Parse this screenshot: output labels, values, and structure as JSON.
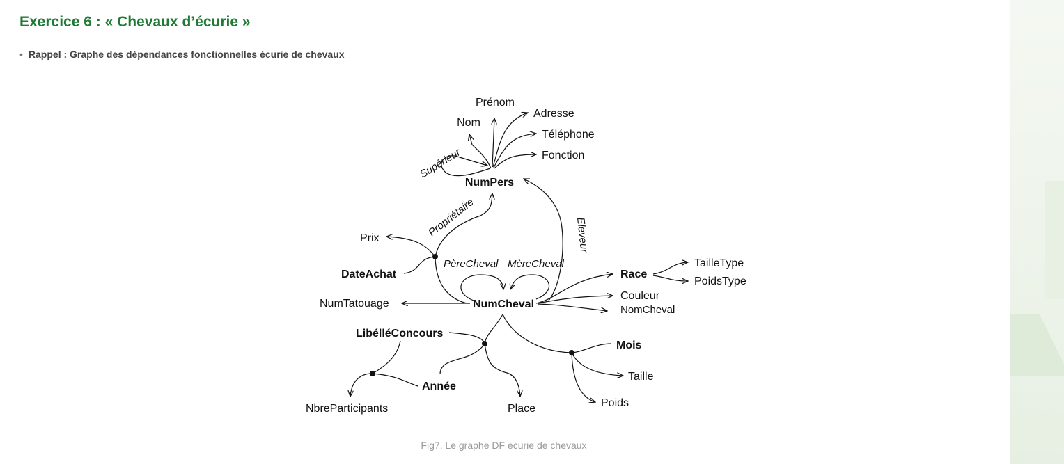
{
  "heading": "Exercice 6 : « Chevaux d’écurie »",
  "bullet": {
    "marker": "•",
    "text": "Rappel : Graphe des dépendances fonctionnelles écurie de chevaux"
  },
  "diagram": {
    "nodes": {
      "numpers": "NumPers",
      "prenom": "Prénom",
      "nom": "Nom",
      "adresse": "Adresse",
      "telephone": "Téléphone",
      "fonction": "Fonction",
      "prix": "Prix",
      "dateachat": "DateAchat",
      "numcheval": "NumCheval",
      "numtatouage": "NumTatouage",
      "race": "Race",
      "tailletype": "TailleType",
      "poidstype": "PoidsType",
      "couleur": "Couleur",
      "nomcheval": "NomCheval",
      "libelleconcours": "LibélléConcours",
      "annee": "Année",
      "nbreparticipants": "NbreParticipants",
      "place": "Place",
      "mois": "Mois",
      "taille": "Taille",
      "poids": "Poids"
    },
    "edge_labels": {
      "superieur": "Supérieur",
      "proprietaire": "Propriétaire",
      "eleveur": "Eleveur",
      "perecheval": "PèreCheval",
      "merecheval": "MèreCheval"
    }
  },
  "caption": "Fig7. Le graphe DF écurie de chevaux"
}
